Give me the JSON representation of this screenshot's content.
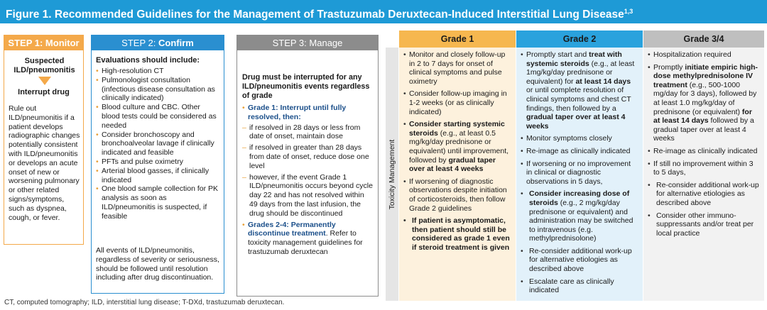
{
  "title": {
    "text": "Figure 1. Recommended Guidelines for the Management of Trastuzumab Deruxtecan-Induced Interstitial Lung Disease",
    "sup": "1,3"
  },
  "step1": {
    "label": "STEP 1:",
    "name": "Monitor",
    "heading": "Suspected ILD/pneumonitis",
    "action": "Interrupt drug",
    "text": "Rule out ILD/pneumonitis if a patient develops radiographic changes potentially consistent with ILD/pneumonitis or develops an acute onset of new or worsening pulmonary or other related signs/symptoms, such as dyspnea, cough, or fever."
  },
  "step2": {
    "label": "STEP 2:",
    "name": "Confirm",
    "heading": "Evaluations should include:",
    "items": [
      "High-resolution CT",
      "Pulmonologist consultation (infectious disease consultation as clinically indicated)",
      "Blood culture and CBC. Other blood tests could be considered as needed",
      "Consider bronchoscopy and bronchoalveolar lavage if clinically indicated and feasible",
      "PFTs and pulse oximetry",
      "Arterial blood gasses, if clinically indicated",
      "One blood sample collection for PK analysis as soon as ILD/pneumonitis is suspected, if feasible"
    ],
    "footer": "All events of ILD/pneumonitis, regardless of severity or seriousness, should be followed until resolution including after drug discontinuation."
  },
  "step3": {
    "label": "STEP 3:",
    "name": "Manage",
    "heading": "Drug must be interrupted for any ILD/pneumonitis events regardless of grade",
    "grade1_title": "Grade 1: Interrupt until fully resolved, then:",
    "grade1_items": [
      "if resolved in 28 days or less from date of onset, maintain dose",
      "if resolved in greater than 28 days from date of onset, reduce dose one level",
      "however, if the event Grade 1 ILD/pneumonitis occurs beyond cycle day 22 and has not resolved within 49 days from the last infusion, the drug should be discontinued"
    ],
    "grade24_title": "Grades 2-4: Permanently discontinue treatment",
    "grade24_text": ". Refer to toxicity management guidelines for trastuzumab deruxtecan"
  },
  "table": {
    "side_label": "Toxicity Management",
    "headers": [
      "Grade 1",
      "Grade 2",
      "Grade 3/4"
    ],
    "colors": {
      "grade1": "#f6b74f",
      "grade2": "#2aa2dd",
      "grade34": "#bfbfbf",
      "grade1_bg": "#fdf1dd",
      "grade2_bg": "#e2f1fa",
      "grade34_bg": "#f2f2f2"
    },
    "g1": {
      "i1": "Monitor and closely follow-up in 2 to 7 days for onset of clinical symptoms and pulse oximetry",
      "i2": "Consider follow-up imaging in 1-2 weeks (or as clinically indicated)",
      "i3a": "Consider starting systemic steroids",
      "i3b": " (e.g., at least 0.5 mg/kg/day prednisone or equivalent) until improvement, followed by ",
      "i3c": "gradual taper over at least 4 weeks",
      "i4": "If worsening of diagnostic observations despite initiation of corticosteroids, then follow Grade 2 guidelines",
      "i5": "If patient is asymptomatic, then patient should still be considered as grade 1 even if steroid treatment is given"
    },
    "g2": {
      "i1a": "Promptly  start and ",
      "i1b": "treat with systemic steroids",
      "i1c": " (e.g., at least 1mg/kg/day prednisone or equivalent) for ",
      "i1d": "at least 14 days",
      "i1e": " or until complete resolution of clinical symptoms and chest CT findings, then followed by a ",
      "i1f": "gradual taper over at least 4 weeks",
      "i2": "Monitor symptoms closely",
      "i3": "Re-image as clinically indicated",
      "i4": "If worsening or no improvement in clinical or diagnostic observations in 5 days,",
      "i5a": "Consider increasing dose of steroids",
      "i5b": " (e.g., 2 mg/kg/day prednisone or equivalent) and administration may be switched to intravenous (e.g. methylprednisolone)",
      "i6": "Re-consider additional work-up for alternative etiologies as described above",
      "i7": "Escalate care as clinically indicated"
    },
    "g34": {
      "i1": "Hospitalization required",
      "i2a": "Promptly ",
      "i2b": "initiate empiric high-dose methylprednisolone IV treatment",
      "i2c": " (e.g., 500-1000 mg/day for 3 days), followed by at least 1.0 mg/kg/day of prednisone (or equivalent) ",
      "i2d": "for at least 14 days",
      "i2e": " followed by a gradual taper over at least 4 weeks",
      "i3": "Re-image as clinically indicated",
      "i4": "If still no improvement within 3 to 5 days,",
      "i5": "Re-consider additional work-up for alternative etiologies as described above",
      "i6": "Consider other immuno-suppressants and/or treat per local practice"
    }
  },
  "footnote": "CT, computed tomography; ILD, interstitial lung disease; T-DXd, trastuzumab deruxtecan."
}
